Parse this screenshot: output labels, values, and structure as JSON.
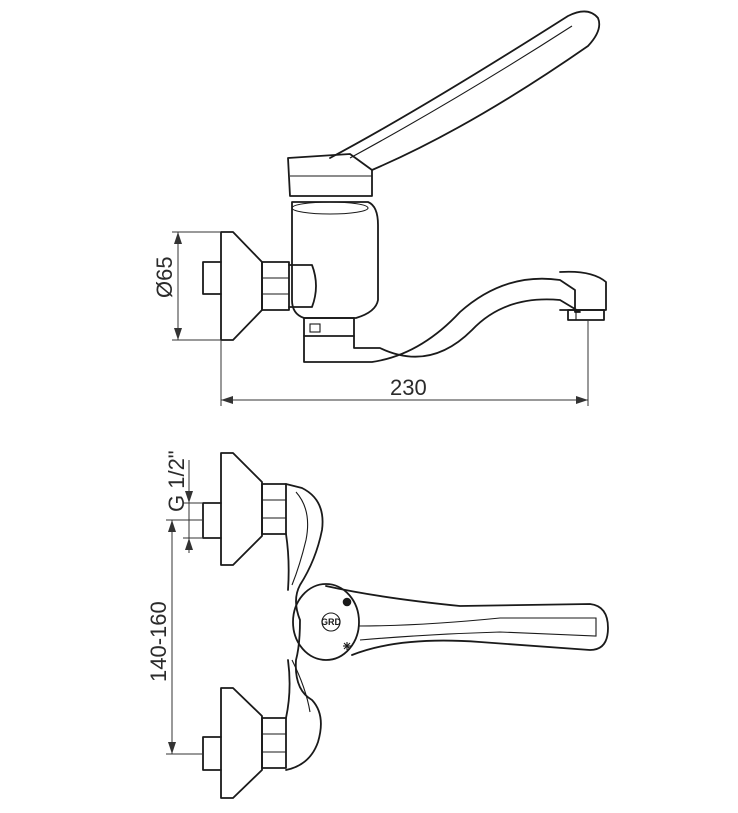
{
  "dimensions": {
    "flange_diameter": "Ø65",
    "length": "230",
    "thread": "G 1/2\"",
    "center_distance": "140-160"
  },
  "brand_mark": "GRD",
  "colors": {
    "line": "#1a1a1a",
    "dimension": "#333333",
    "background": "#ffffff"
  }
}
